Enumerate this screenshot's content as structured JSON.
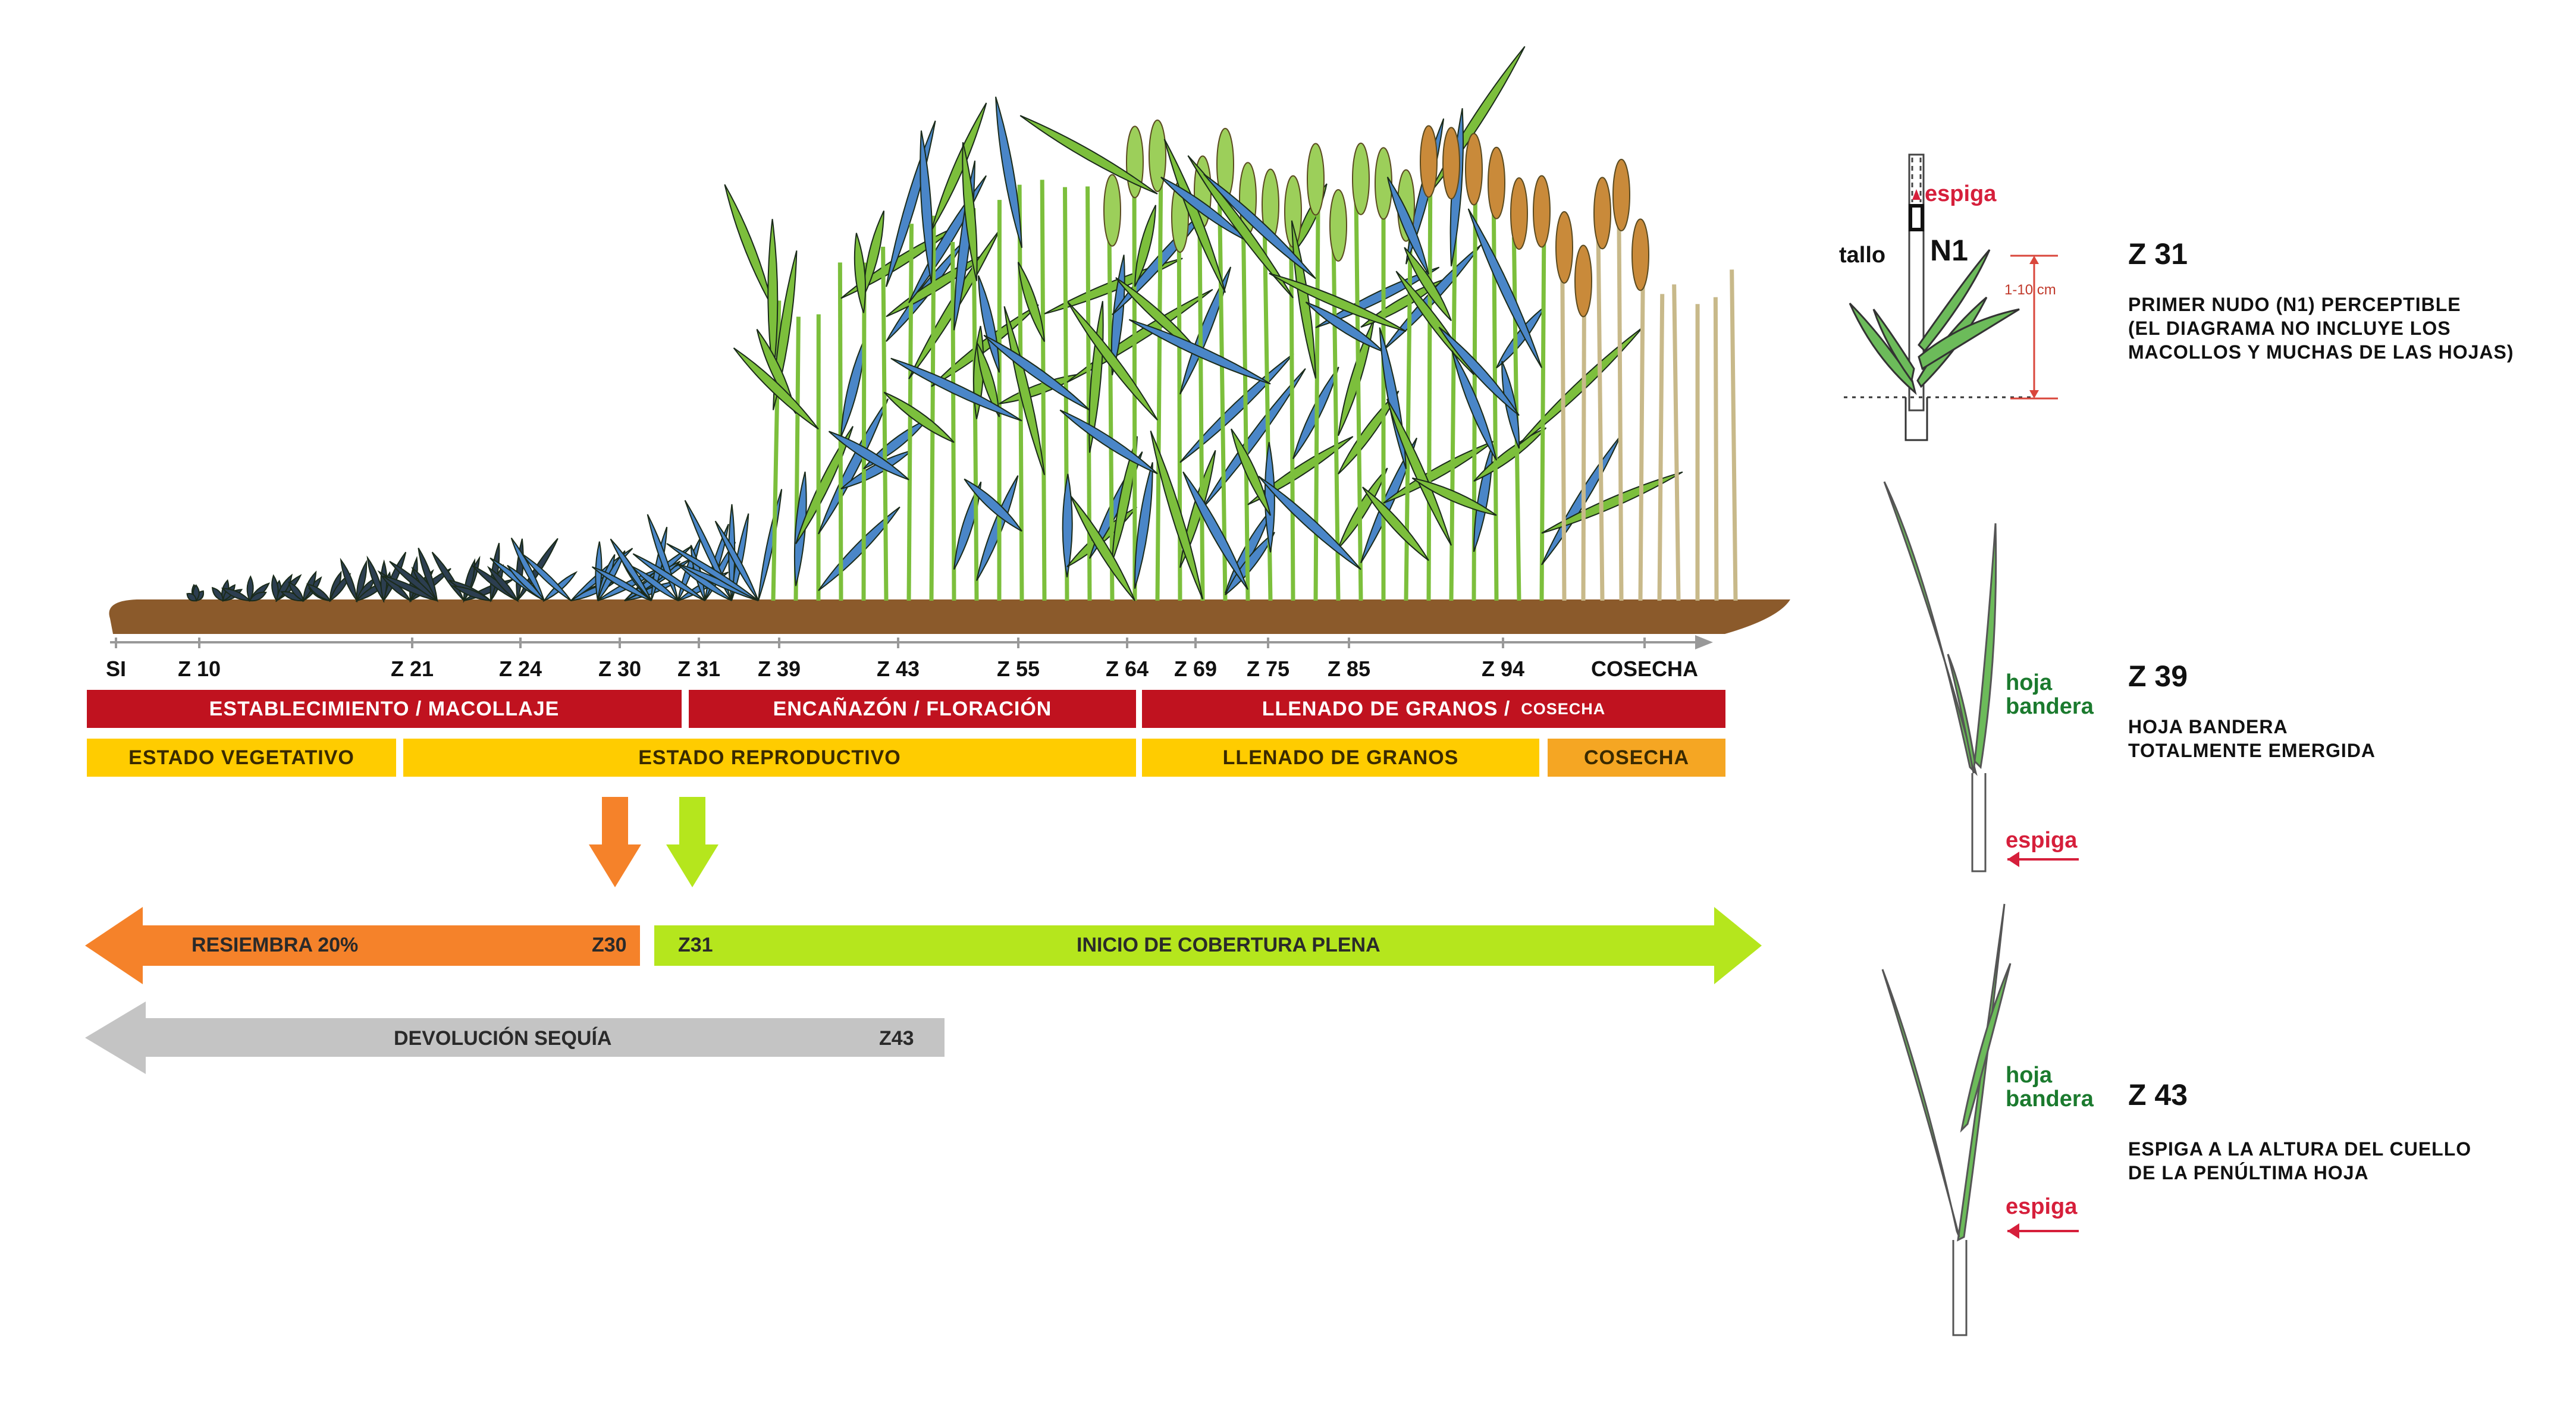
{
  "scale_ticks": [
    "SI",
    "Z 10",
    "Z 21",
    "Z 24",
    "Z 30",
    "Z 31",
    "Z 39",
    "Z 43",
    "Z 55",
    "Z 64",
    "Z 69",
    "Z 75",
    "Z 85",
    "Z 94",
    "COSECHA"
  ],
  "bands_top": {
    "establecimiento": "ESTABLECIMIENTO  /  MACOLLAJE",
    "encanazon": "ENCAÑAZÓN  /  FLORACIÓN",
    "llenado": "LLENADO DE GRANOS  /",
    "llenado_small": "COSECHA"
  },
  "bands_bottom": {
    "vegetativo": "ESTADO VEGETATIVO",
    "reproductivo": "ESTADO REPRODUCTIVO",
    "llenado": "LLENADO DE GRANOS",
    "cosecha": "COSECHA"
  },
  "arrows": {
    "resiembra": {
      "label": "RESIEMBRA 20%",
      "stage": "Z30",
      "color": "#f5822a"
    },
    "cobertura": {
      "stage": "Z31",
      "label": "INICIO DE COBERTURA PLENA",
      "color": "#b5e61d"
    },
    "sequia": {
      "label": "DEVOLUCIÓN SEQUÍA",
      "stage": "Z43",
      "color": "#c4c4c4"
    }
  },
  "side_panels": {
    "z31": {
      "title": "Z 31",
      "desc": "PRIMER NUDO (N1) PERCEPTIBLE\n(EL DIAGRAMA NO INCLUYE LOS\nMACOLLOS Y MUCHAS DE LAS HOJAS)",
      "espiga": "espiga",
      "tallo": "tallo",
      "n1": "N1",
      "measure": "1-10 cm"
    },
    "z39": {
      "title": "Z 39",
      "desc": "HOJA BANDERA\nTOTALMENTE EMERGIDA",
      "hoja": "hoja\nbandera",
      "espiga": "espiga"
    },
    "z43": {
      "title": "Z 43",
      "desc": "ESPIGA A LA ALTURA DEL CUELLO\nDE LA PENÚLTIMA HOJA",
      "hoja": "hoja\nbandera",
      "espiga": "espiga"
    }
  },
  "colors": {
    "soil": "#8b5a2b",
    "red_band": "#c0121f",
    "yellow_band": "#ffcc00",
    "orange_band": "#f5a623",
    "leaf_blue": "#4a86c8",
    "leaf_green": "#7cbf3c",
    "wheat_head": "#c98a3a"
  }
}
